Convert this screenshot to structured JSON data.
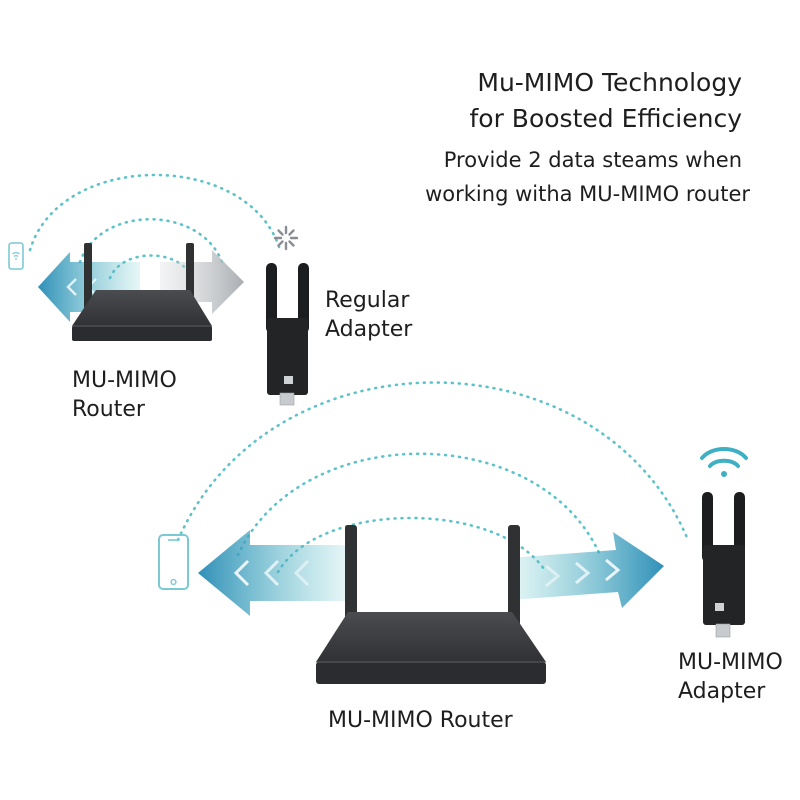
{
  "heading": {
    "line1": "Mu-MIMO Technology",
    "line2": "for Boosted Efficiency",
    "line3": "Provide 2 data steams when",
    "line4": "working witha MU-MIMO router"
  },
  "labels": {
    "regular_adapter": [
      "Regular",
      "Adapter"
    ],
    "router_small": [
      "MU-MIMO",
      "Router"
    ],
    "router_big": "MU-MIMO Router",
    "mumimo_adapter": [
      "MU-MIMO",
      "Adapter"
    ]
  },
  "icons": {
    "device_small": "smartphone-wifi-icon",
    "no_signal": "loading-spinner-icon",
    "device_big": "smartphone-icon",
    "wifi": "wifi-icon"
  },
  "colors": {
    "signal_teal": "#5ec3c8",
    "arrow_teal": "#3a9fbd",
    "arrow_gray": "#b8bcc0",
    "router_body": "#3d3f42",
    "adapter_body": "#222426",
    "text": "#1e1e1e"
  }
}
